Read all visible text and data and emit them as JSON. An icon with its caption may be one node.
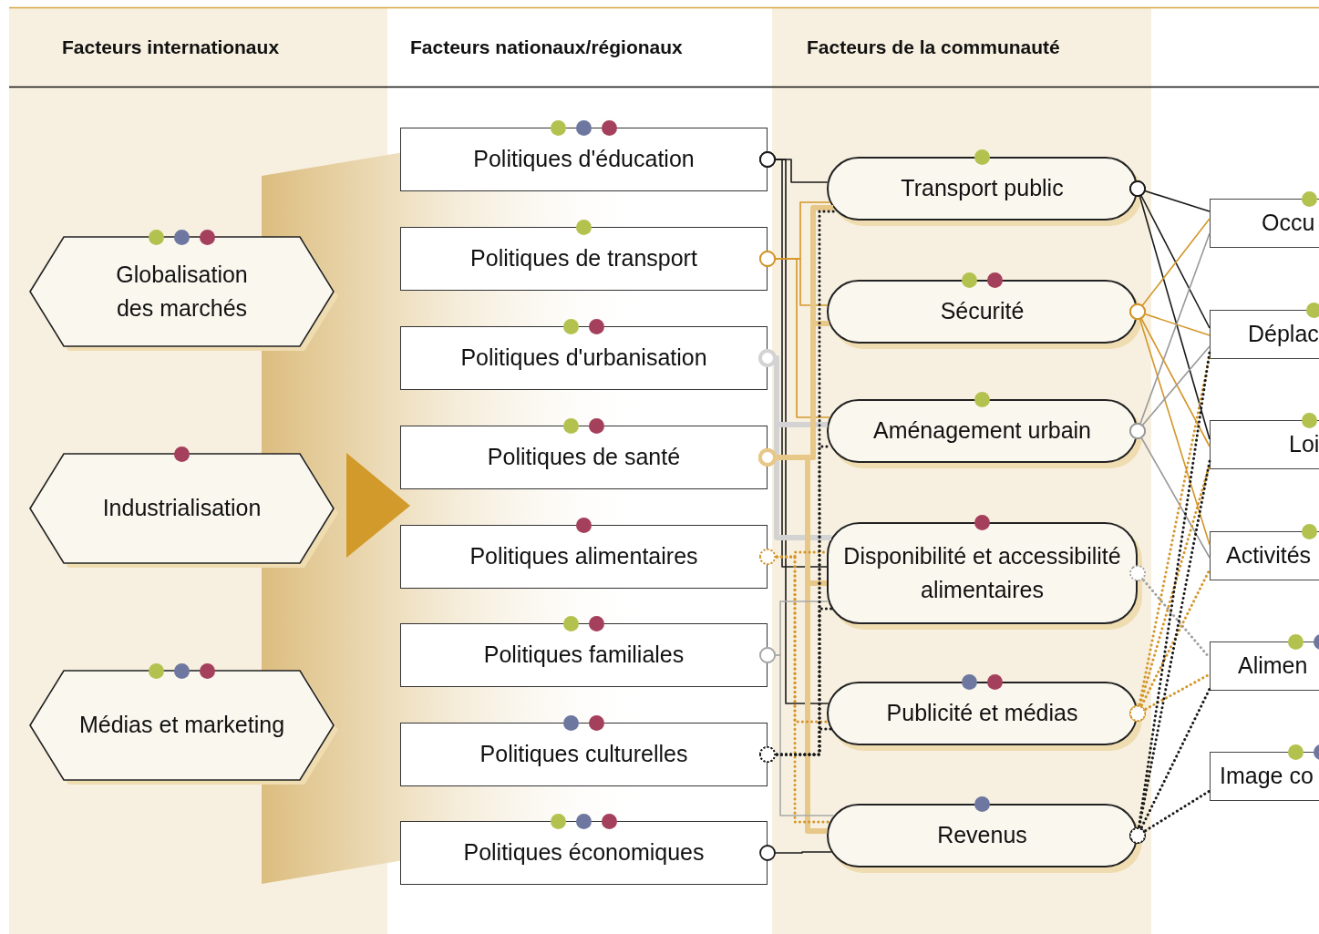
{
  "diagram": {
    "nodes": [
      {
        "text": [
          "Globalisation des marchés"
        ]
      },
      {
        "text": [
          "Industrialisation"
        ]
      },
      {
        "text": [
          "Médias et marketing"
        ]
      },
      {
        "text": [
          "Politiques d'éducation"
        ]
      },
      {
        "text": [
          "Politiques de transport"
        ]
      },
      {
        "text": [
          "Politiques d'urbanisation"
        ]
      },
      {
        "text": [
          "Politiques de santé"
        ]
      },
      {
        "text": [
          "Politiques alimentaires"
        ]
      },
      {
        "text": [
          "Politiques familiales"
        ]
      },
      {
        "text": [
          "Politiques culturelles"
        ]
      },
      {
        "text": [
          "Politiques économiques"
        ]
      },
      {
        "text": [
          "Transport public"
        ]
      },
      {
        "text": [
          "Sécurité"
        ]
      },
      {
        "text": [
          "Aménagement urbain"
        ]
      },
      {
        "text": [
          "Disponibilité et accessibilité alimentaires"
        ]
      },
      {
        "text": [
          "Publicité et médias"
        ]
      },
      {
        "text": [
          "Revenus"
        ]
      },
      {
        "text": [
          "Occu"
        ]
      },
      {
        "text": [
          "Déplac"
        ]
      },
      {
        "text": [
          "Loi"
        ]
      },
      {
        "text": [
          "Activités"
        ]
      },
      {
        "text": [
          "Alimen"
        ]
      },
      {
        "text": [
          "Image co"
        ]
      }
    ],
    "edges": [
      {
        "from": 3,
        "to": 11,
        "arrow": "other"
      },
      {
        "from": 3,
        "to": 14,
        "arrow": "other"
      },
      {
        "from": 3,
        "to": 15,
        "arrow": "other"
      },
      {
        "from": 4,
        "to": 11,
        "arrow": "other",
        "color": "#d4962a"
      },
      {
        "from": 4,
        "to": 12,
        "arrow": "other",
        "color": "#d4962a"
      },
      {
        "from": 4,
        "to": 13,
        "arrow": "other",
        "color": "#d4962a"
      },
      {
        "from": 5,
        "to": 13,
        "arrow": "other",
        "style": "thick",
        "color": "#d3d3d3"
      },
      {
        "from": 5,
        "to": 14,
        "arrow": "other",
        "style": "thick",
        "color": "#d3d3d3"
      },
      {
        "from": 6,
        "to": 11,
        "arrow": "other",
        "style": "thick",
        "color": "#e8c888"
      },
      {
        "from": 6,
        "to": 12,
        "arrow": "other",
        "style": "thick",
        "color": "#e8c888"
      },
      {
        "from": 6,
        "to": 14,
        "arrow": "other",
        "style": "thick",
        "color": "#e8c888"
      },
      {
        "from": 6,
        "to": 16,
        "arrow": "other",
        "style": "thick",
        "color": "#e8c888"
      },
      {
        "from": 7,
        "to": 14,
        "arrow": "other",
        "style": "dashed",
        "color": "#d4962a"
      },
      {
        "from": 7,
        "to": 15,
        "arrow": "other",
        "style": "dashed",
        "color": "#d4962a"
      },
      {
        "from": 7,
        "to": 16,
        "arrow": "other",
        "style": "dashed",
        "color": "#d4962a"
      },
      {
        "from": 8,
        "to": 14,
        "arrow": "other",
        "color": "#a8a8a8"
      },
      {
        "from": 8,
        "to": 16,
        "arrow": "other",
        "color": "#a8a8a8"
      },
      {
        "from": 9,
        "to": 11,
        "arrow": "other",
        "style": "dashed"
      },
      {
        "from": 9,
        "to": 13,
        "arrow": "other",
        "style": "dashed"
      },
      {
        "from": 9,
        "to": 14,
        "arrow": "other",
        "style": "dashed"
      },
      {
        "from": 9,
        "to": 15,
        "arrow": "other",
        "style": "dashed"
      },
      {
        "from": 10,
        "to": 16,
        "arrow": "other"
      },
      {
        "from": 11,
        "to": 17,
        "arrow": "other"
      },
      {
        "from": 11,
        "to": 18,
        "arrow": "other"
      },
      {
        "from": 11,
        "to": 19,
        "arrow": "other"
      },
      {
        "from": 12,
        "to": 17,
        "arrow": "other",
        "color": "#d4962a"
      },
      {
        "from": 12,
        "to": 18,
        "arrow": "other",
        "color": "#d4962a"
      },
      {
        "from": 12,
        "to": 19,
        "arrow": "other",
        "color": "#d4962a"
      },
      {
        "from": 12,
        "to": 20,
        "arrow": "other",
        "color": "#d4962a"
      },
      {
        "from": 13,
        "to": 17,
        "arrow": "other",
        "color": "#999999"
      },
      {
        "from": 13,
        "to": 18,
        "arrow": "other",
        "color": "#999999"
      },
      {
        "from": 13,
        "to": 20,
        "arrow": "other",
        "color": "#999999"
      },
      {
        "from": 14,
        "to": 21,
        "arrow": "other",
        "style": "dashed",
        "color": "#a0a0a0"
      },
      {
        "from": 15,
        "to": 18,
        "arrow": "other",
        "style": "dashed",
        "color": "#d4962a"
      },
      {
        "from": 15,
        "to": 19,
        "arrow": "other",
        "style": "dashed",
        "color": "#d4962a"
      },
      {
        "from": 15,
        "to": 20,
        "arrow": "other",
        "style": "dashed",
        "color": "#d4962a"
      },
      {
        "from": 15,
        "to": 21,
        "arrow": "other",
        "style": "dashed",
        "color": "#d4962a"
      },
      {
        "from": 16,
        "to": 18,
        "arrow": "other",
        "style": "dashed"
      },
      {
        "from": 16,
        "to": 19,
        "arrow": "other",
        "style": "dashed"
      },
      {
        "from": 16,
        "to": 21,
        "arrow": "other",
        "style": "dashed"
      },
      {
        "from": 16,
        "to": 22,
        "arrow": "other",
        "style": "dashed"
      }
    ],
    "labels": [
      "Facteurs internationaux",
      "Facteurs nationaux/régionaux",
      "Facteurs de la communauté"
    ]
  }
}
